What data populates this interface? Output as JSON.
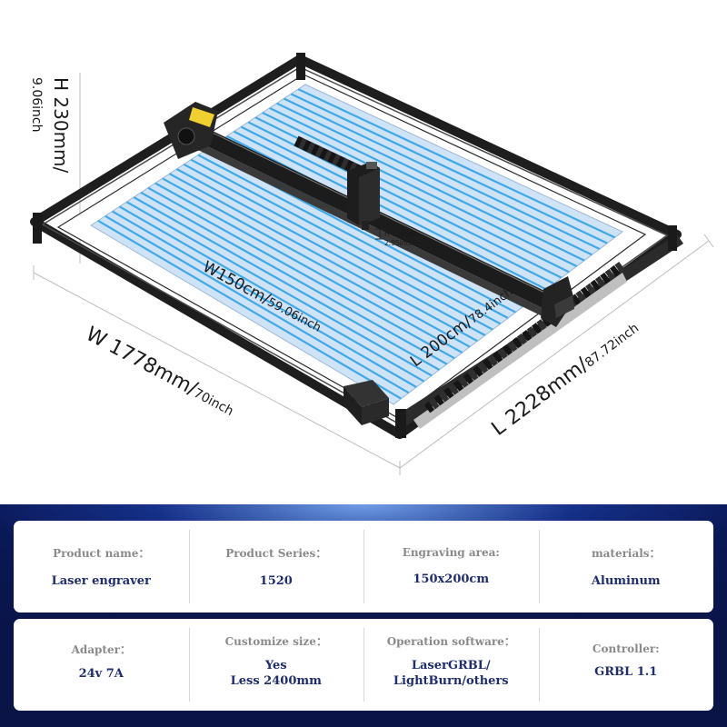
{
  "dimensions": {
    "height_main": "H 230mm/",
    "height_sub": "9.06inch",
    "width_total_main": "W 1778mm/",
    "width_total_sub": "70inch",
    "length_total_main": "L 2228mm/",
    "length_total_sub": "87.72inch",
    "work_width_main": "W150cm/",
    "work_width_sub": "59.06inch",
    "work_length_main": "L 200cm/",
    "work_length_sub": "78.4inch",
    "head_height_main": "H 75mm/",
    "head_height_sub": "2.95inch"
  },
  "specs": {
    "row1": [
      {
        "label": "Product name：",
        "value": "Laser engraver"
      },
      {
        "label": "Product Series：",
        "value": "1520"
      },
      {
        "label": "Engraving area:",
        "value": "150x200cm"
      },
      {
        "label": "materials：",
        "value": "Aluminum"
      }
    ],
    "row2": [
      {
        "label": "Adapter：",
        "value": "24v 7A"
      },
      {
        "label": "Customize size：",
        "value": "Yes",
        "value2": "Less 2400mm"
      },
      {
        "label": "Operation software：",
        "value": "LaserGRBL/",
        "value2": "LightBurn/others"
      },
      {
        "label": "Controller:",
        "value": "GRBL 1.1"
      }
    ]
  },
  "colors": {
    "work_area": "#cfe3f7",
    "hatch": "#3fa8e6",
    "frame": "#1e1e1e",
    "band_bg": "#0a1448",
    "value_text": "#1f2d6b",
    "label_text": "#8a8a8a"
  }
}
